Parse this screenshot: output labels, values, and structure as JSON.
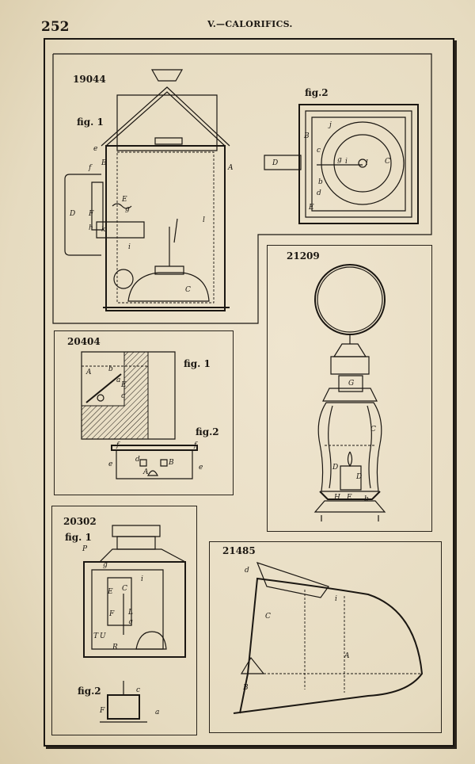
{
  "header": {
    "page_number": "252",
    "section_title": "V.—CALORIFICS."
  },
  "patents": [
    {
      "number": "19044",
      "figures": [
        {
          "label": "fig. 1",
          "letters": [
            "e",
            "f",
            "B",
            "E",
            "g",
            "D",
            "F",
            "h",
            "k",
            "i",
            "l",
            "A",
            "C"
          ]
        },
        {
          "label": "fig.2",
          "letters": [
            "B",
            "j",
            "c",
            "g",
            "i",
            "l",
            "C",
            "d",
            "b",
            "E",
            "D"
          ]
        }
      ]
    },
    {
      "number": "21209",
      "figures": [
        {
          "label": "",
          "letters": [
            "G",
            "C",
            "D",
            "H",
            "E",
            "b"
          ]
        }
      ]
    },
    {
      "number": "20404",
      "figures": [
        {
          "label": "fig. 1",
          "letters": [
            "A",
            "b",
            "a",
            "E",
            "c"
          ]
        },
        {
          "label": "fig.2",
          "letters": [
            "f",
            "f",
            "e",
            "e",
            "d",
            "A",
            "B"
          ]
        }
      ]
    },
    {
      "number": "20302",
      "figures": [
        {
          "label": "fig. 1",
          "letters": [
            "P",
            "g",
            "i",
            "E",
            "C",
            "F",
            "L",
            "q",
            "T",
            "U",
            "R"
          ]
        },
        {
          "label": "fig.2",
          "letters": [
            "c",
            "F",
            "a"
          ]
        }
      ]
    },
    {
      "number": "21485",
      "figures": [
        {
          "label": "",
          "letters": [
            "d",
            "C",
            "i",
            "A",
            "B"
          ]
        }
      ]
    }
  ]
}
